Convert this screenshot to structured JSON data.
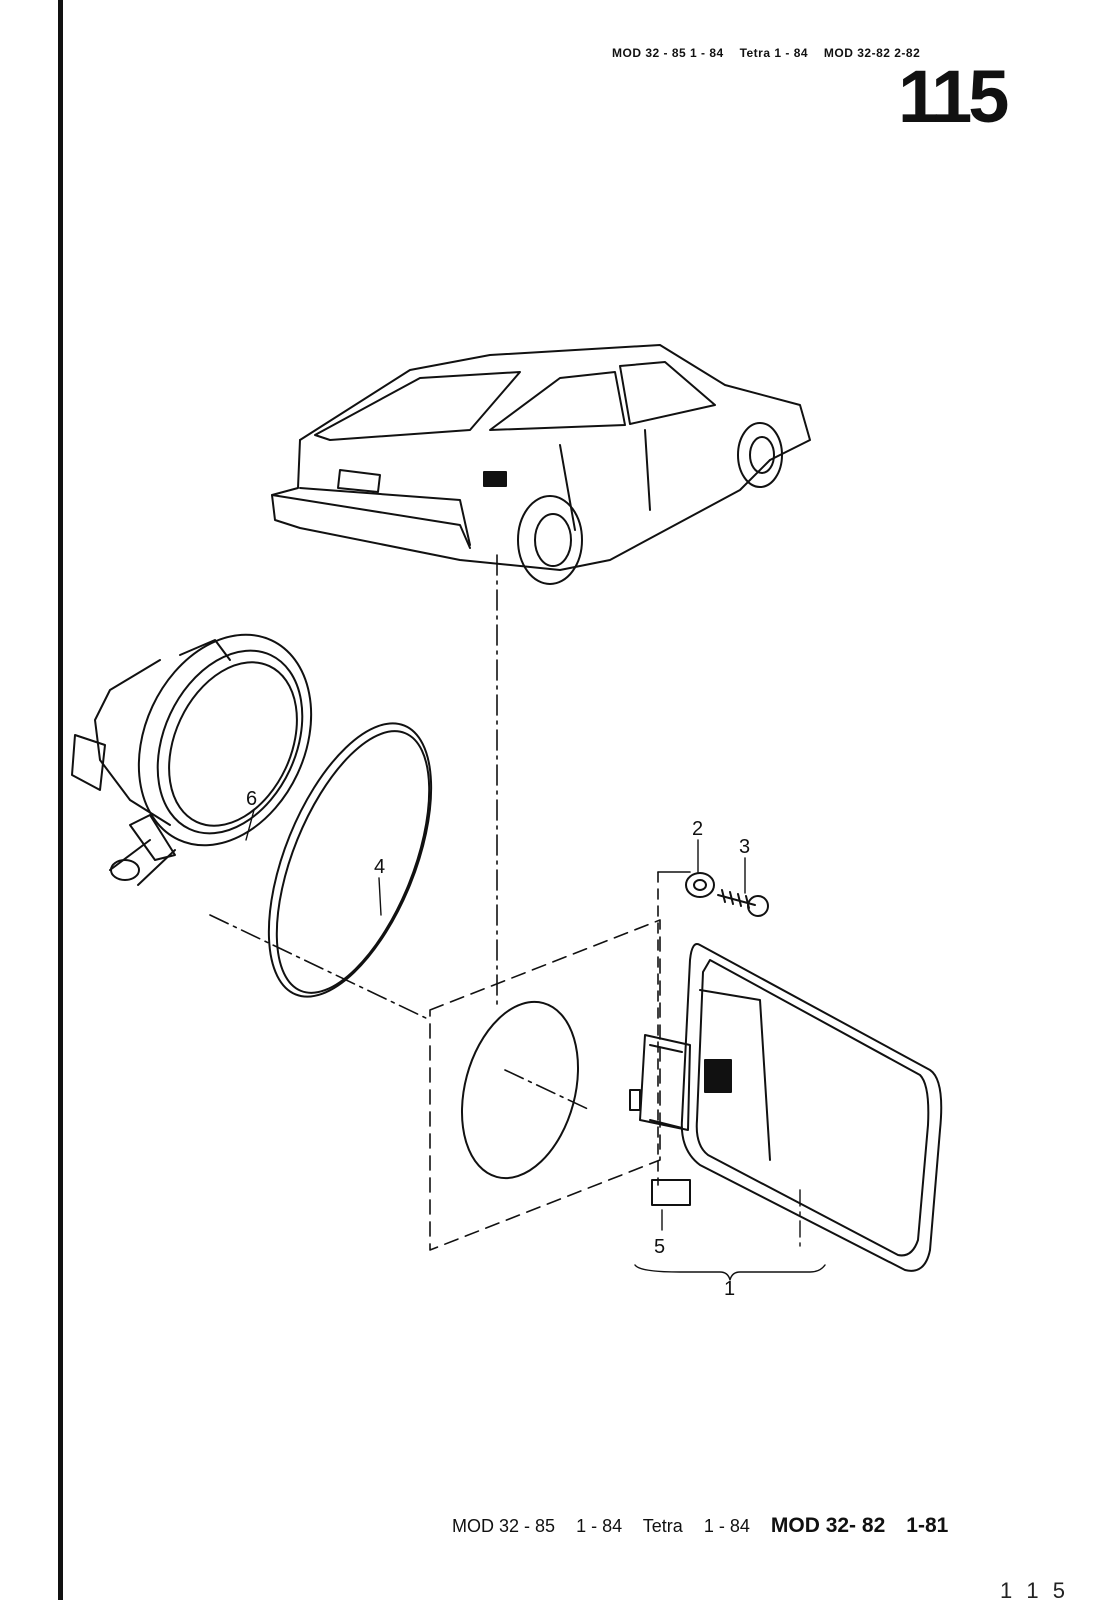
{
  "header": {
    "models": [
      "MOD 32 - 85   1 - 84",
      "Tetra   1 - 84",
      "MOD 32-82  2-82"
    ],
    "page_number": "115"
  },
  "callouts": {
    "part_1": "1",
    "part_2": "2",
    "part_3": "3",
    "part_4": "4",
    "part_5": "5",
    "part_6": "6"
  },
  "footer": {
    "model_a": "MOD 32 - 85",
    "model_a_date": "1 - 84",
    "model_b": "Tetra",
    "model_b_date": "1 - 84",
    "model_c": "MOD 32- 82",
    "model_c_date": "1-81",
    "fragment": "1 1 5"
  }
}
